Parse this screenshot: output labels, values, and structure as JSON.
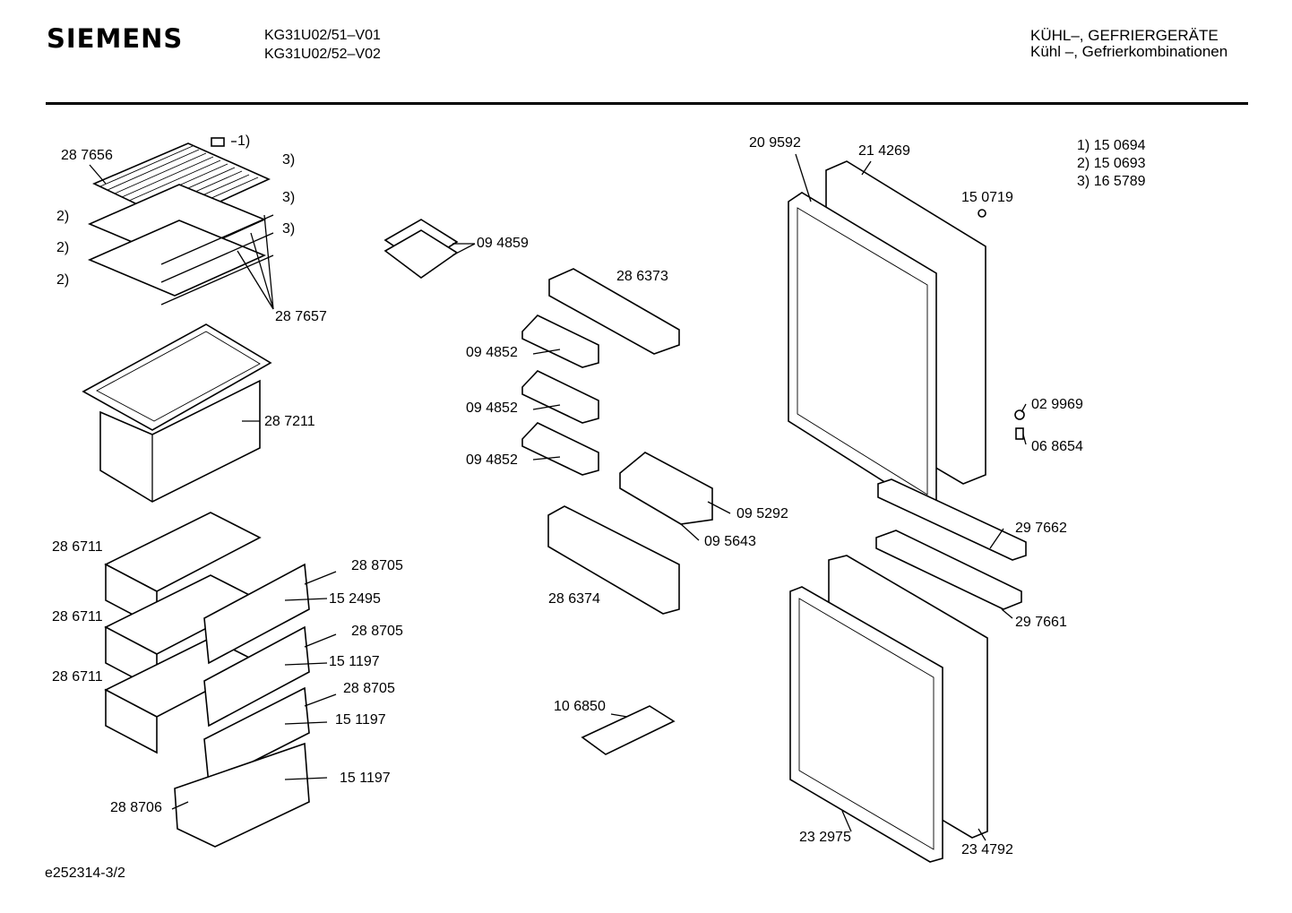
{
  "header": {
    "brand": "SIEMENS",
    "model_line_1": "KG31U02/51–V01",
    "model_line_2": "KG31U02/52–V02",
    "category_line_1": "KÜHL–, GEFRIERGERÄTE",
    "category_line_2": "Kühl –, Gefrierkombinationen"
  },
  "legend": [
    {
      "key": "1)",
      "part": "15 0694"
    },
    {
      "key": "2)",
      "part": "15 0693"
    },
    {
      "key": "3)",
      "part": "16 5789"
    }
  ],
  "callouts": {
    "c287656": "28 7656",
    "c1": "1)",
    "c3a": "3)",
    "c3b": "3)",
    "c3c": "3)",
    "c2a": "2)",
    "c2b": "2)",
    "c2c": "2)",
    "c287657": "28 7657",
    "c287211": "28 7211",
    "c286711a": "28 6711",
    "c286711b": "28 6711",
    "c286711c": "28 6711",
    "c288705a": "28 8705",
    "c152495": "15 2495",
    "c288705b": "28 8705",
    "c151197a": "15 1197",
    "c288705c": "28 8705",
    "c151197b": "15 1197",
    "c151197c": "15 1197",
    "c288706": "28 8706",
    "c094859": "09 4859",
    "c286373": "28 6373",
    "c094852a": "09 4852",
    "c094852b": "09 4852",
    "c094852c": "09 4852",
    "c095292": "09 5292",
    "c095643": "09 5643",
    "c286374": "28 6374",
    "c106850": "10 6850",
    "c209592": "20 9592",
    "c214269": "21 4269",
    "c150719": "15 0719",
    "c029969": "02 9969",
    "c068654": "06 8654",
    "c297662": "29 7662",
    "c297661": "29 7661",
    "c232975": "23 2975",
    "c234792": "23 4792"
  },
  "footer": {
    "drawing_id": "e252314-3/2"
  }
}
